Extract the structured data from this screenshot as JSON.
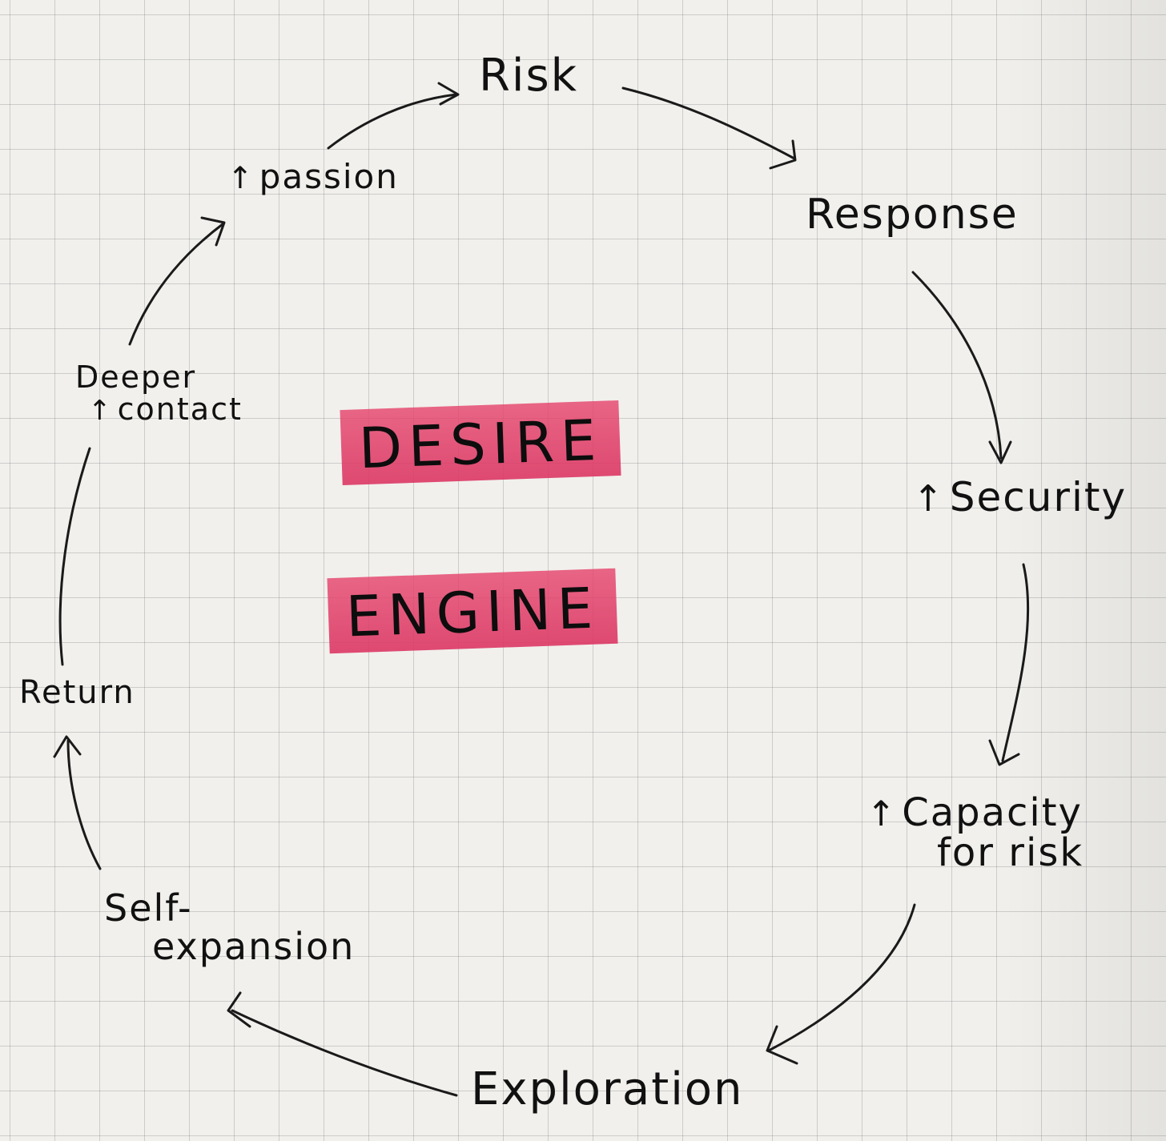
{
  "diagram": {
    "nodes": {
      "risk": "Risk",
      "response": "Response",
      "security": "Security",
      "capacity_line1": "Capacity",
      "capacity_line2": "for risk",
      "exploration": "Exploration",
      "self_line1": "Self-",
      "self_line2": "expansion",
      "return": "Return",
      "deeper_line1": "Deeper",
      "deeper_line2": "contact",
      "passion": "passion"
    },
    "up_arrow_symbol": "↑",
    "center_title": {
      "line1": "DESIRE",
      "line2": "ENGINE"
    },
    "colors": {
      "ink": "#111111",
      "highlighter": "#e2477a",
      "paper": "#f1f0ec",
      "grid": "#8a8a90"
    }
  }
}
